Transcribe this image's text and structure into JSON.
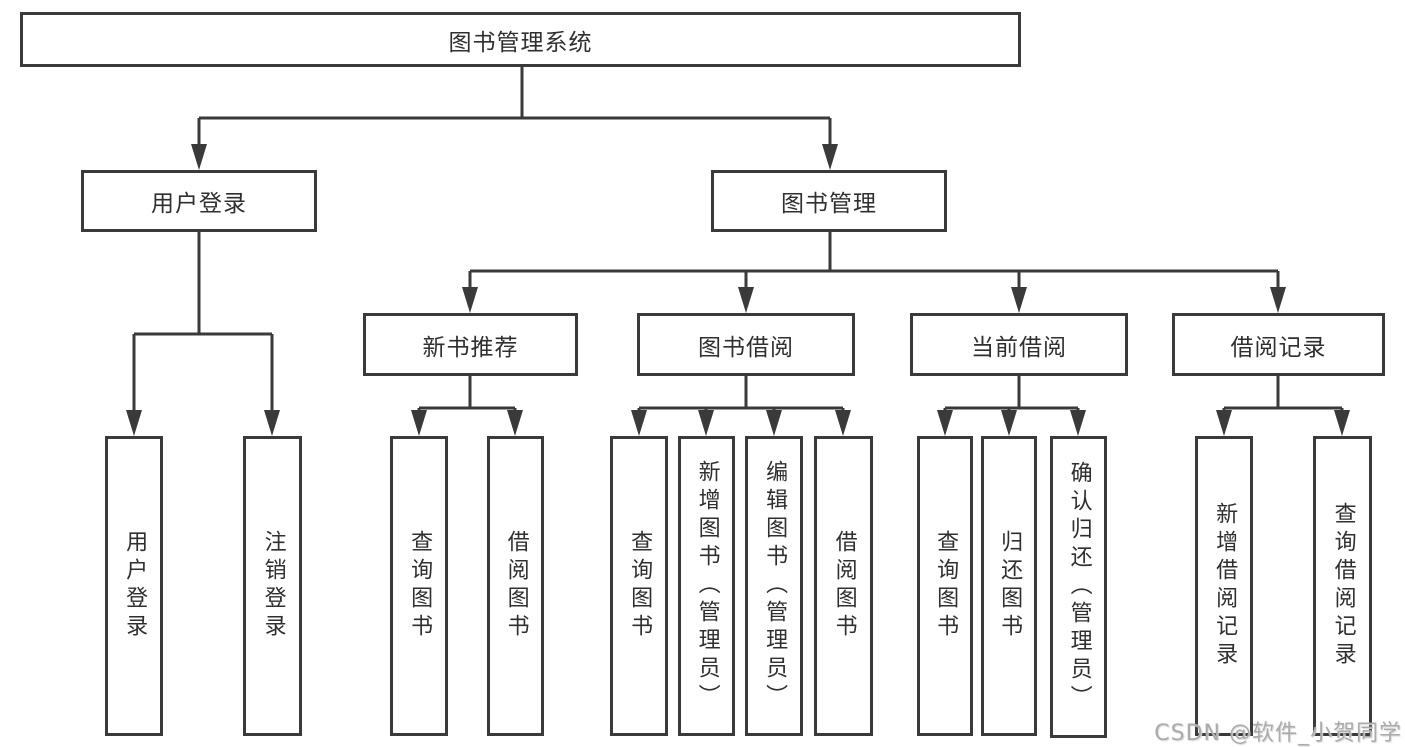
{
  "diagram_type": "hierarchy-tree",
  "colors": {
    "line": "#3a3a3a",
    "node_border": "#3a3a3a",
    "node_fill": "#ffffff",
    "text": "#2f2f2f",
    "watermark": "#ababab",
    "background": "#ffffff"
  },
  "watermark": {
    "text": "CSDN @软件_小贺同学"
  },
  "tree": {
    "label": "图书管理系统",
    "children": [
      {
        "label": "用户登录",
        "children": [
          {
            "label": "用户登录"
          },
          {
            "label": "注销登录"
          }
        ]
      },
      {
        "label": "图书管理",
        "children": [
          {
            "label": "新书推荐",
            "children": [
              {
                "label": "查询图书"
              },
              {
                "label": "借阅图书"
              }
            ]
          },
          {
            "label": "图书借阅",
            "children": [
              {
                "label": "查询图书"
              },
              {
                "label": "新增图书（管理员）"
              },
              {
                "label": "编辑图书（管理员）"
              },
              {
                "label": "借阅图书"
              }
            ]
          },
          {
            "label": "当前借阅",
            "children": [
              {
                "label": "查询图书"
              },
              {
                "label": "归还图书"
              },
              {
                "label": "确认归还（管理员）"
              }
            ]
          },
          {
            "label": "借阅记录",
            "children": [
              {
                "label": "新增借阅记录"
              },
              {
                "label": "查询借阅记录"
              }
            ]
          }
        ]
      }
    ]
  }
}
